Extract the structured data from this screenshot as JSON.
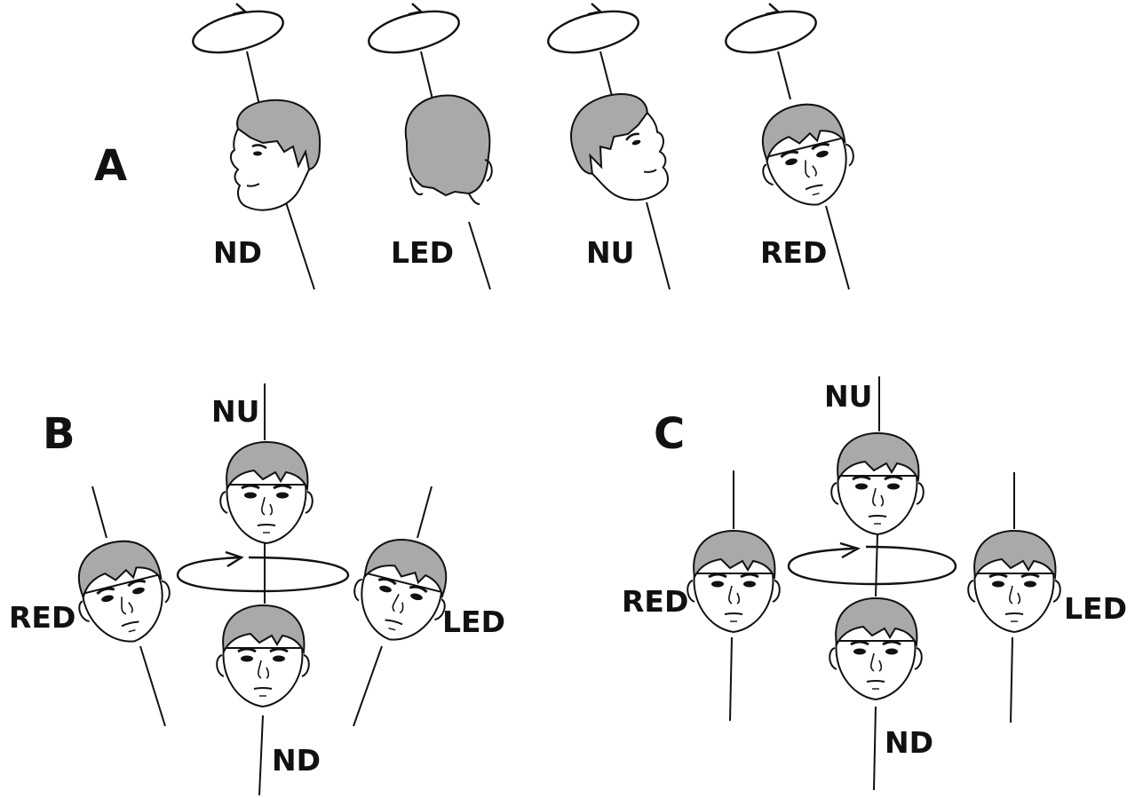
{
  "panels": {
    "a": {
      "letter": "A",
      "labels": [
        "ND",
        "LED",
        "NU",
        "RED"
      ]
    },
    "b": {
      "letter": "B",
      "labels": {
        "top": "NU",
        "left": "RED",
        "right": "LED",
        "bottom": "ND"
      }
    },
    "c": {
      "letter": "C",
      "labels": {
        "top": "NU",
        "left": "RED",
        "right": "LED",
        "bottom": "ND"
      }
    }
  },
  "colors": {
    "hair": "#a9a9a9",
    "ink": "#111111",
    "skin": "#ffffff"
  }
}
